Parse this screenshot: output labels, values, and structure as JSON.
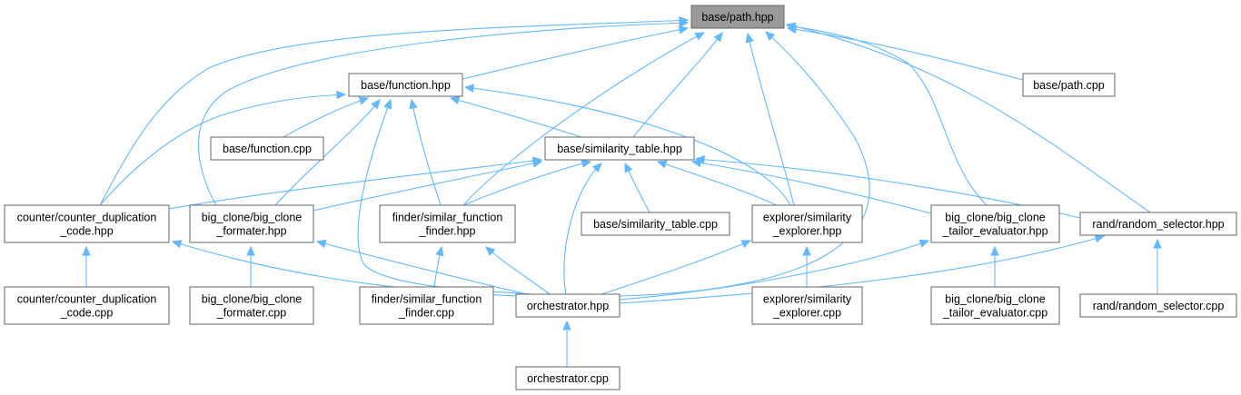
{
  "diagram": {
    "colors": {
      "edge": "#63b8ff",
      "node_border": "#666666",
      "root_fill": "#999999",
      "node_fill": "#ffffff"
    },
    "nodes": {
      "path_hpp": {
        "lines": [
          "base/path.hpp"
        ]
      },
      "function_hpp": {
        "lines": [
          "base/function.hpp"
        ]
      },
      "path_cpp": {
        "lines": [
          "base/path.cpp"
        ]
      },
      "function_cpp": {
        "lines": [
          "base/function.cpp"
        ]
      },
      "simtable_hpp": {
        "lines": [
          "base/similarity_table.hpp"
        ]
      },
      "counter_hpp": {
        "lines": [
          "counter/counter_duplication",
          "_code.hpp"
        ]
      },
      "bcformater_hpp": {
        "lines": [
          "big_clone/big_clone",
          "_formater.hpp"
        ]
      },
      "simfunc_hpp": {
        "lines": [
          "finder/similar_function",
          "_finder.hpp"
        ]
      },
      "simtable_cpp": {
        "lines": [
          "base/similarity_table.cpp"
        ]
      },
      "simexplorer_hpp": {
        "lines": [
          "explorer/similarity",
          "_explorer.hpp"
        ]
      },
      "bctailor_hpp": {
        "lines": [
          "big_clone/big_clone",
          "_tailor_evaluator.hpp"
        ]
      },
      "randsel_hpp": {
        "lines": [
          "rand/random_selector.hpp"
        ]
      },
      "counter_cpp": {
        "lines": [
          "counter/counter_duplication",
          "_code.cpp"
        ]
      },
      "bcformater_cpp": {
        "lines": [
          "big_clone/big_clone",
          "_formater.cpp"
        ]
      },
      "simfunc_cpp": {
        "lines": [
          "finder/similar_function",
          "_finder.cpp"
        ]
      },
      "orch_hpp": {
        "lines": [
          "orchestrator.hpp"
        ]
      },
      "simexplorer_cpp": {
        "lines": [
          "explorer/similarity",
          "_explorer.cpp"
        ]
      },
      "bctailor_cpp": {
        "lines": [
          "big_clone/big_clone",
          "_tailor_evaluator.cpp"
        ]
      },
      "randsel_cpp": {
        "lines": [
          "rand/random_selector.cpp"
        ]
      },
      "orch_cpp": {
        "lines": [
          "orchestrator.cpp"
        ]
      }
    },
    "edges": [
      [
        "function_hpp",
        "path_hpp"
      ],
      [
        "counter_hpp",
        "path_hpp"
      ],
      [
        "bcformater_hpp",
        "path_hpp"
      ],
      [
        "simfunc_hpp",
        "path_hpp"
      ],
      [
        "simtable_hpp",
        "path_hpp"
      ],
      [
        "simexplorer_hpp",
        "path_hpp"
      ],
      [
        "orch_hpp",
        "path_hpp"
      ],
      [
        "bctailor_hpp",
        "path_hpp"
      ],
      [
        "randsel_hpp",
        "path_hpp"
      ],
      [
        "path_cpp",
        "path_hpp"
      ],
      [
        "function_cpp",
        "function_hpp"
      ],
      [
        "counter_hpp",
        "function_hpp"
      ],
      [
        "bcformater_hpp",
        "function_hpp"
      ],
      [
        "simfunc_hpp",
        "function_hpp"
      ],
      [
        "orch_hpp",
        "function_hpp"
      ],
      [
        "simtable_hpp",
        "function_hpp"
      ],
      [
        "simexplorer_hpp",
        "function_hpp"
      ],
      [
        "counter_hpp",
        "simtable_hpp"
      ],
      [
        "bcformater_hpp",
        "simtable_hpp"
      ],
      [
        "simfunc_hpp",
        "simtable_hpp"
      ],
      [
        "orch_hpp",
        "simtable_hpp"
      ],
      [
        "simtable_cpp",
        "simtable_hpp"
      ],
      [
        "simexplorer_hpp",
        "simtable_hpp"
      ],
      [
        "bctailor_hpp",
        "simtable_hpp"
      ],
      [
        "randsel_hpp",
        "simtable_hpp"
      ],
      [
        "counter_cpp",
        "counter_hpp"
      ],
      [
        "orch_hpp",
        "counter_hpp"
      ],
      [
        "bcformater_cpp",
        "bcformater_hpp"
      ],
      [
        "orch_hpp",
        "bcformater_hpp"
      ],
      [
        "simfunc_cpp",
        "simfunc_hpp"
      ],
      [
        "orch_hpp",
        "simfunc_hpp"
      ],
      [
        "orch_hpp",
        "simexplorer_hpp"
      ],
      [
        "simexplorer_cpp",
        "simexplorer_hpp"
      ],
      [
        "orch_hpp",
        "bctailor_hpp"
      ],
      [
        "bctailor_cpp",
        "bctailor_hpp"
      ],
      [
        "orch_hpp",
        "randsel_hpp"
      ],
      [
        "randsel_cpp",
        "randsel_hpp"
      ],
      [
        "orch_cpp",
        "orch_hpp"
      ]
    ]
  }
}
